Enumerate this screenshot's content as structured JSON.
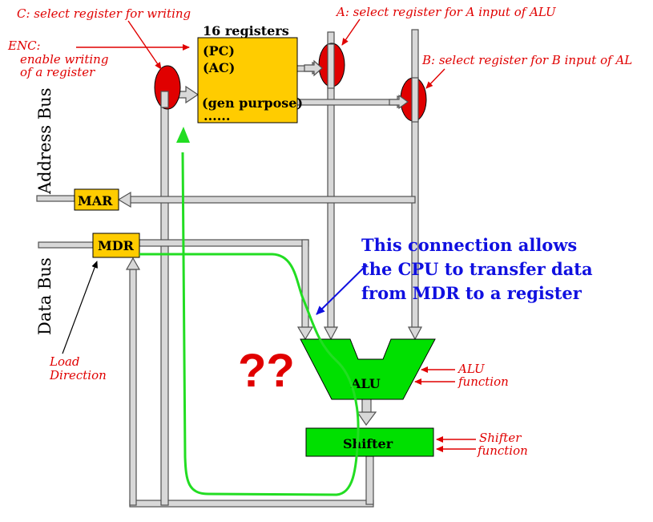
{
  "registers": {
    "title": "16 registers",
    "pc": "(PC)",
    "ac": "(AC)",
    "gen": "(gen purpose)",
    "more": "......"
  },
  "labels": {
    "c_select": "C: select register for writing",
    "a_select": "A: select register for A input of ALU",
    "b_select": "B: select register for B input of AL",
    "enc_title": "ENC:",
    "enc_line1": "enable writing",
    "enc_line2": "of a register",
    "load_line1": "Load",
    "load_line2": "Direction",
    "alu_fn1": "ALU",
    "alu_fn2": "function",
    "shifter_fn1": "Shifter",
    "shifter_fn2": "function"
  },
  "buses": {
    "address": "Address Bus",
    "data": "Data Bus"
  },
  "boxes": {
    "mar": "MAR",
    "mdr": "MDR",
    "alu": "ALU",
    "shifter": "Shifter"
  },
  "annotation": {
    "line1": "This connection allows",
    "line2": "the CPU to transfer data",
    "line3": "from MDR to a register"
  },
  "question": "??",
  "colors": {
    "register_fill": "#ffcc00",
    "alu_fill": "#00e000",
    "bus_fill": "#d8d8d8",
    "select_red": "#e00000",
    "annotation_blue": "#1010e0",
    "green_path": "#22dd22"
  }
}
